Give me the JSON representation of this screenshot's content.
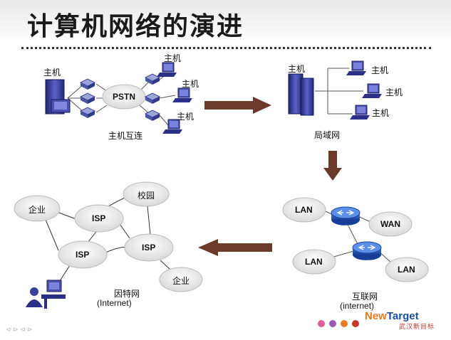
{
  "title": "计算机网络的演进",
  "host_label": "主机",
  "pstn_label": "PSTN",
  "host_interconnect_caption": "主机互连",
  "lan_caption": "局域网",
  "lan_label": "LAN",
  "wan_label": "WAN",
  "router_text": "ROUTER",
  "interconnect_caption": "互联网",
  "interconnect_caption_en": "(internet)",
  "internet_caption": "因特网",
  "internet_caption_en": "(Internet)",
  "enterprise_label": "企业",
  "campus_label": "校园",
  "isp_label": "ISP",
  "logo": {
    "new": "New",
    "target": "Target",
    "sub": "武汉新目标"
  },
  "nav_hint": "⊲ ⊳ ⊲ ⊳",
  "colors": {
    "arrow": "#6b3a2a",
    "cloud": "#efefef",
    "router": "#2456b8",
    "device": "#3a3f9e",
    "dots": [
      "#e05d9c",
      "#9b59b6",
      "#e67e22",
      "#c0392b",
      "#2c3e50"
    ]
  }
}
